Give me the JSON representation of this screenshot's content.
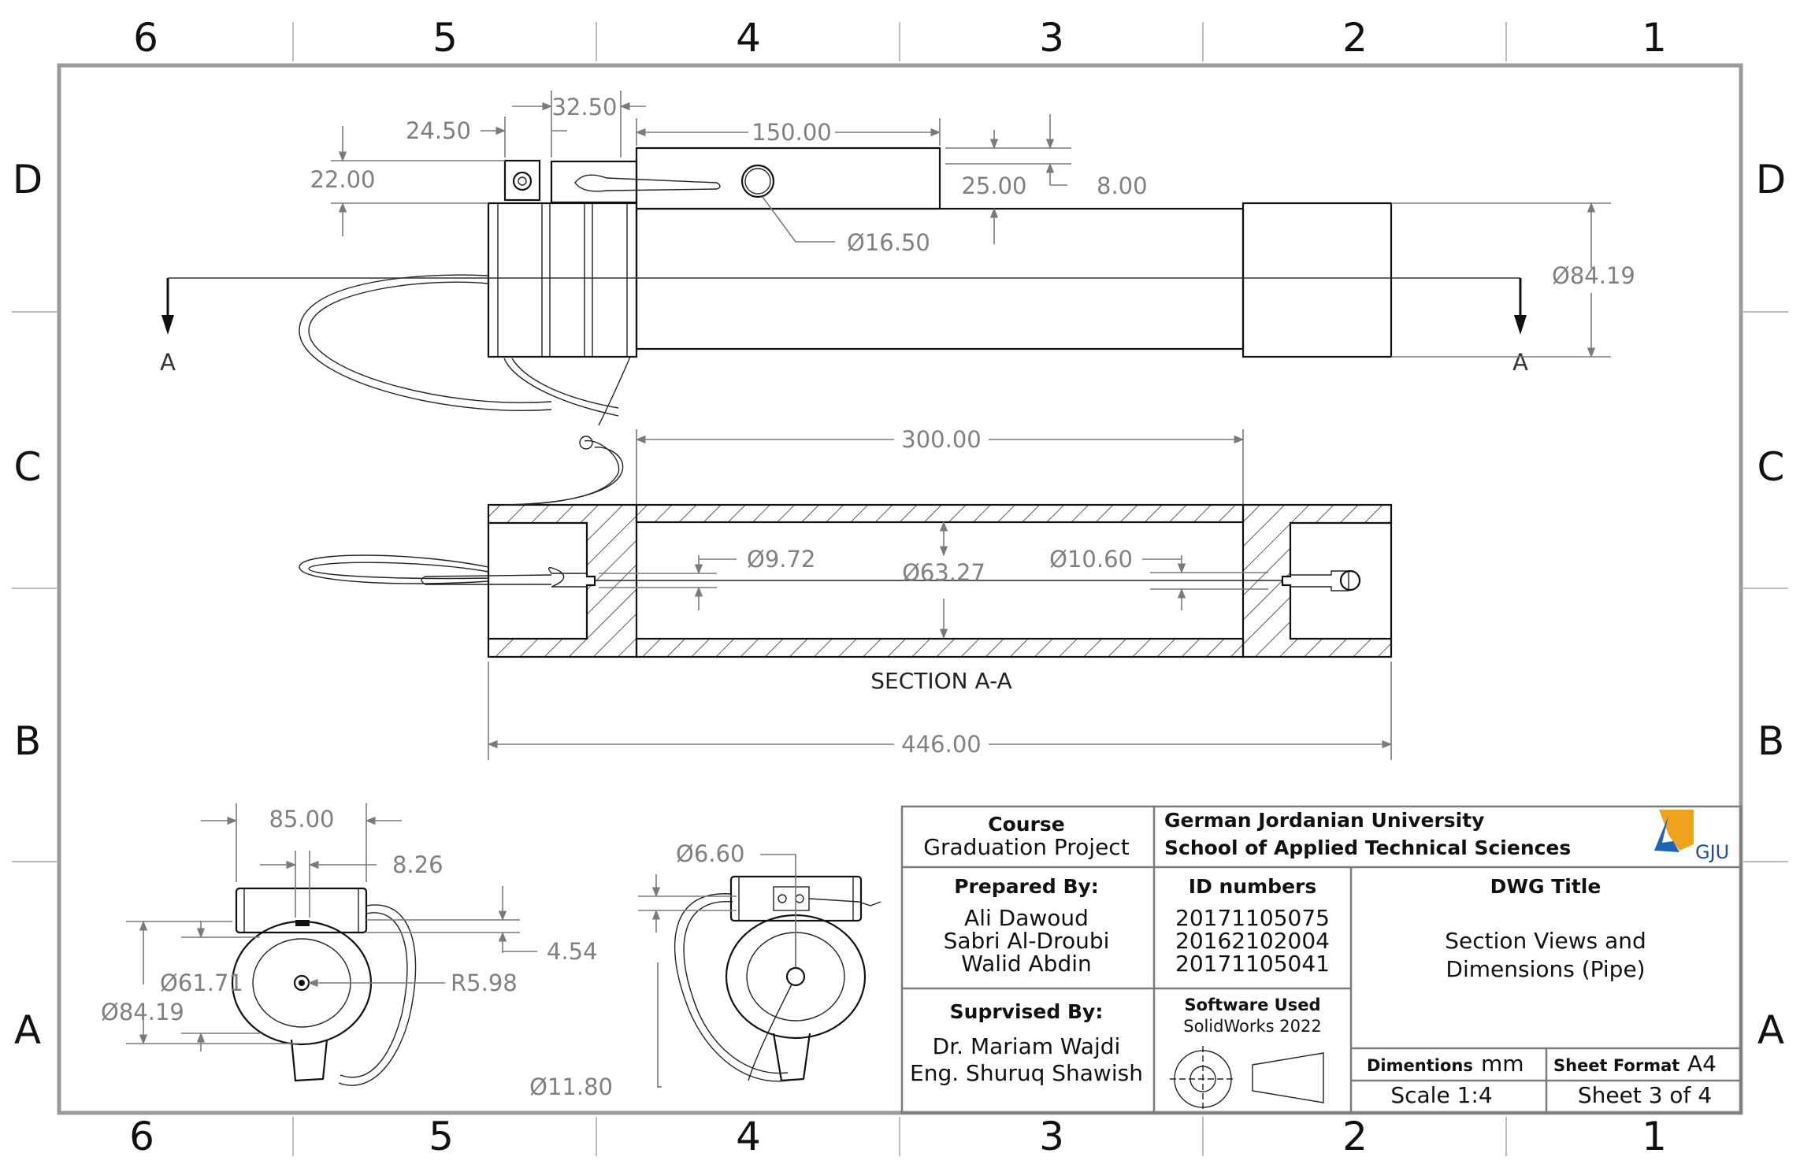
{
  "zones": {
    "columns": [
      "6",
      "5",
      "4",
      "3",
      "2",
      "1"
    ],
    "rows": [
      "D",
      "C",
      "B",
      "A"
    ]
  },
  "dimensions": {
    "d24_50": "24.50",
    "d32_50": "32.50",
    "d150": "150.00",
    "d22": "22.00",
    "d25": "25.00",
    "d8": "8.00",
    "dia16_50": "Ø16.50",
    "dia84_19_top": "Ø84.19",
    "d300": "300.00",
    "dia9_72": "Ø9.72",
    "dia63_27": "Ø63.27",
    "dia10_60": "Ø10.60",
    "d446": "446.00",
    "d85": "85.00",
    "d8_26": "8.26",
    "d4_54": "4.54",
    "dia61_71": "Ø61.71",
    "r5_98": "R5.98",
    "dia84_19_side": "Ø84.19",
    "dia6_60": "Ø6.60",
    "dia11_80": "Ø11.80"
  },
  "section": {
    "marker": "A",
    "title": "SECTION A-A"
  },
  "title_block": {
    "course_label": "Course",
    "course_value": "Graduation Project",
    "university": "German Jordanian University",
    "school": "School of Applied Technical Sciences",
    "logo_text": "GJU",
    "prepared_label": "Prepared By:",
    "prepared_names": [
      "Ali Dawoud",
      "Sabri Al-Droubi",
      "Walid Abdin"
    ],
    "id_label": "ID numbers",
    "id_values": [
      "20171105075",
      "20162102004",
      "20171105041"
    ],
    "dwg_title_label": "DWG Title",
    "dwg_title_lines": [
      "Section Views and",
      "Dimensions (Pipe)"
    ],
    "supervised_label": "Suprvised By:",
    "supervisors": [
      "Dr. Mariam Wajdi",
      "Eng. Shuruq Shawish"
    ],
    "software_label": "Software Used",
    "software_value": "SolidWorks 2022",
    "dimensions_label": "Dimentions",
    "dimensions_unit": "mm",
    "sheet_format_label": "Sheet Format",
    "sheet_format_value": "A4",
    "scale": "Scale 1:4",
    "sheet": "Sheet 3 of 4"
  },
  "colors": {
    "line": "#111111",
    "dimension": "#808080",
    "logo_blue": "#1f63b5",
    "logo_orange": "#f0a21c"
  }
}
